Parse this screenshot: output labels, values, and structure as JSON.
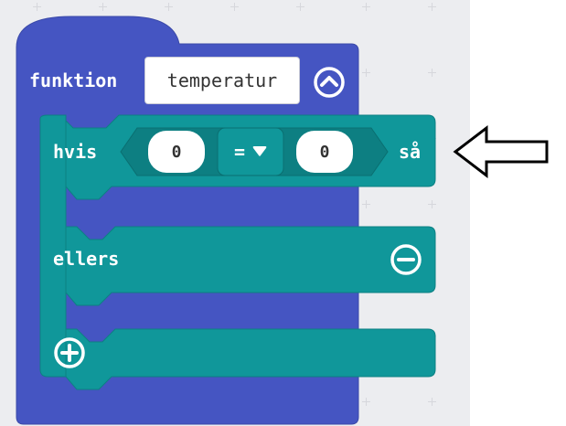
{
  "function_block": {
    "keyword": "funktion",
    "name": "temperatur",
    "collapse_icon": "chevron-up-circle-icon",
    "color": "#4555c2"
  },
  "if_block": {
    "keyword_if": "hvis",
    "left_value": "0",
    "operator": "=",
    "right_value": "0",
    "keyword_then": "så",
    "keyword_else": "ellers",
    "color": "#10979a",
    "remove_else_icon": "minus-circle-icon",
    "add_clause_icon": "plus-circle-icon"
  },
  "annotation": {
    "icon": "left-arrow-icon"
  }
}
